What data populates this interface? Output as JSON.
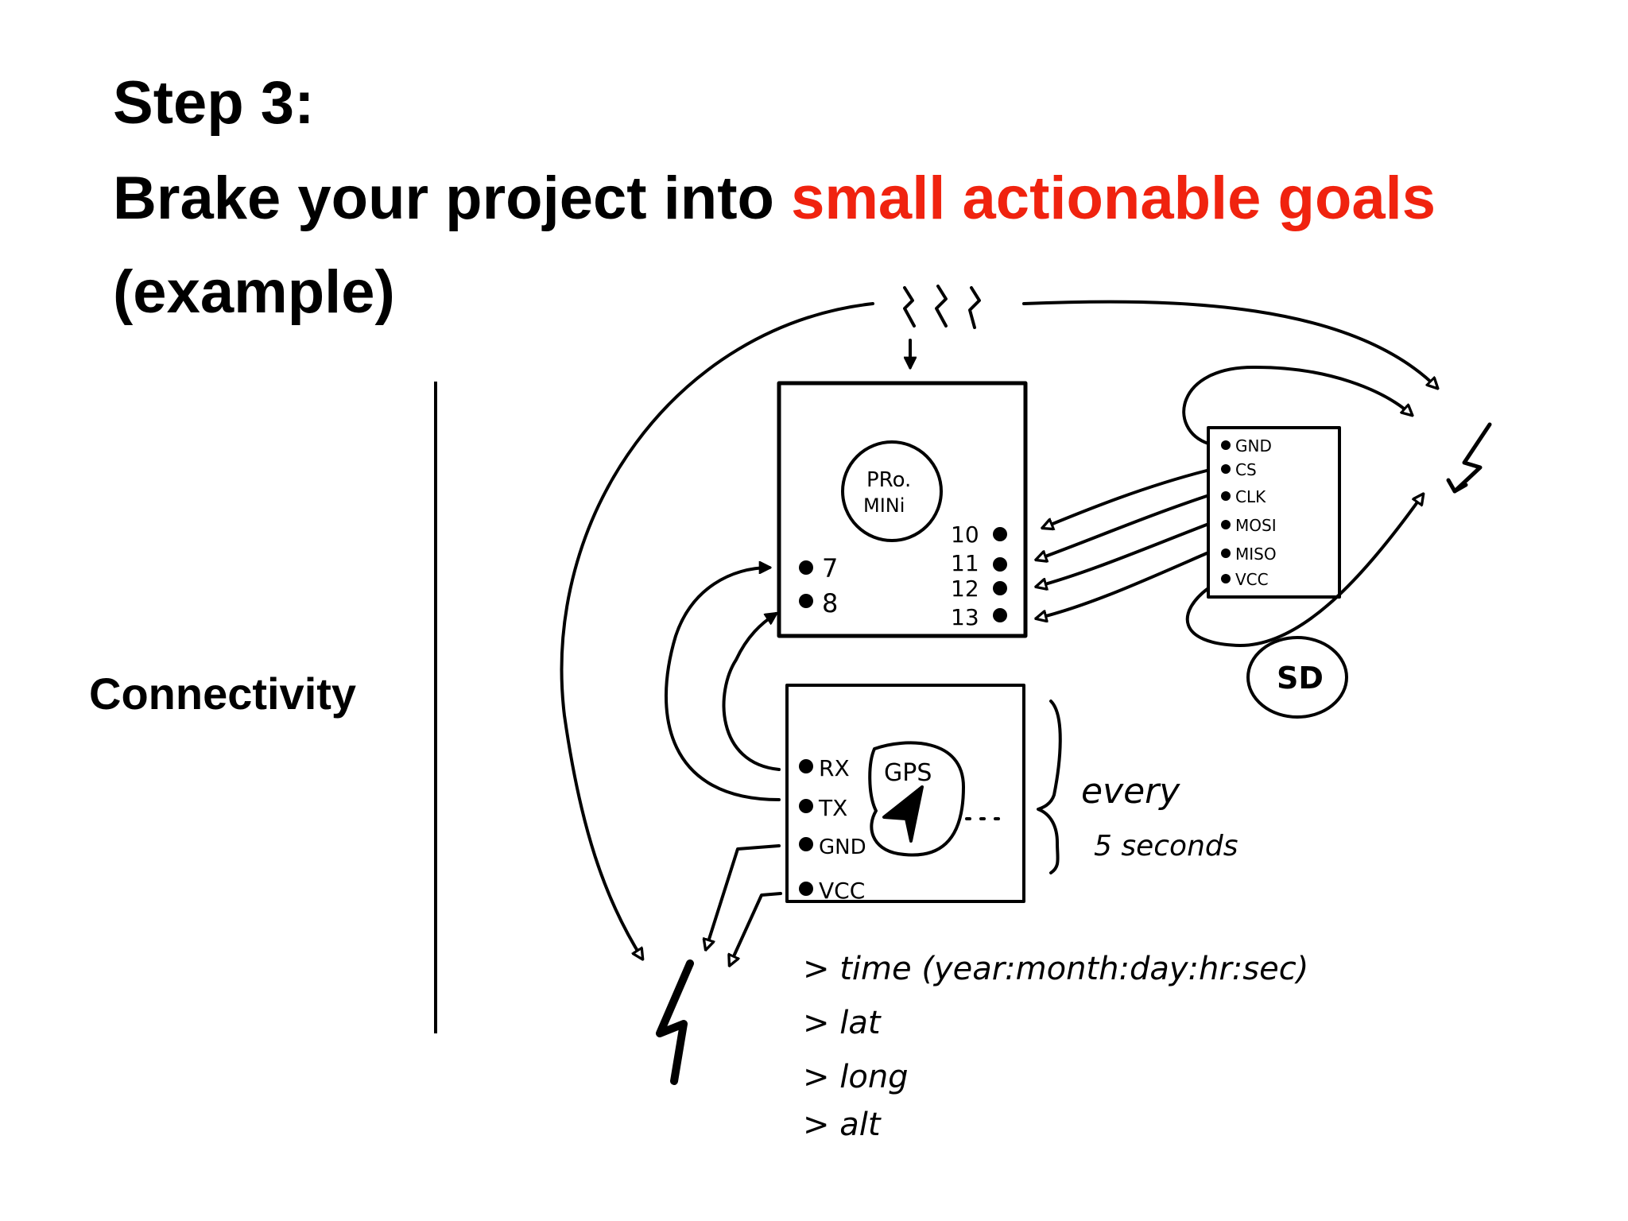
{
  "slide": {
    "step": "Step 3:",
    "heading_prefix": "Brake your project into ",
    "heading_highlight": "small actionable goals",
    "heading_suffix": "(example)",
    "side_label": "Connectivity",
    "highlight_color": "#f0230f"
  },
  "sketch": {
    "mcu_label_line1": "PRo.",
    "mcu_label_line2": "MINi",
    "mcu_left_pins": [
      "7",
      "8"
    ],
    "mcu_right_pins": [
      "10",
      "11",
      "12",
      "13"
    ],
    "sd_pins": [
      "GND",
      "CS",
      "CLK",
      "MOSI",
      "MISO",
      "VCC"
    ],
    "sd_label": "SD",
    "gps_label": "GPS",
    "gps_pins": [
      "RX",
      "TX",
      "GND",
      "VCC"
    ],
    "interval_line1": "every",
    "interval_line2": "5 seconds",
    "outputs": [
      "> time (year:month:day:hr:sec)",
      "> lat",
      "> long",
      "> alt"
    ],
    "icons": [
      "power-bolt-icon",
      "ground-bolt-icon",
      "vcc-bolt-icon",
      "gps-arrow-icon"
    ]
  }
}
